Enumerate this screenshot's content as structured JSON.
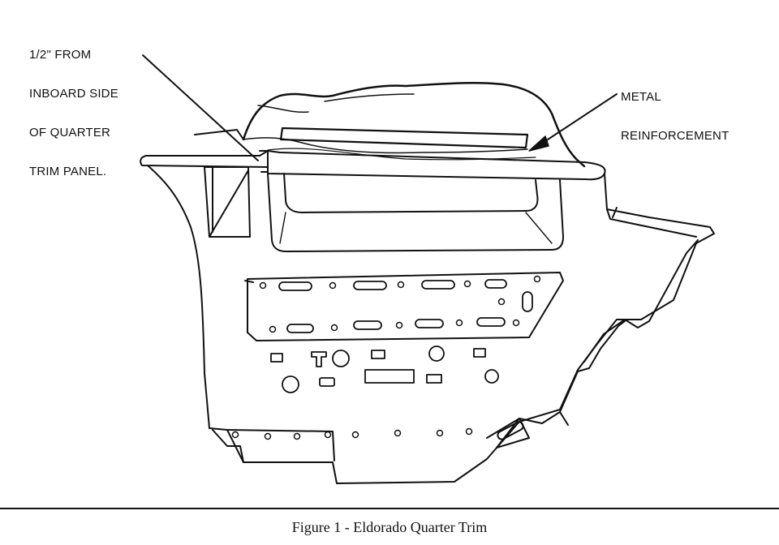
{
  "callouts": {
    "inboard": {
      "line1": "1/2\" FROM",
      "line2": "INBOARD SIDE",
      "line3": "OF QUARTER",
      "line4": "TRIM PANEL."
    },
    "reinforcement": {
      "line1": "METAL",
      "line2": "REINFORCEMENT"
    }
  },
  "caption": "Figure 1 - Eldorado Quarter Trim",
  "colors": {
    "ink": "#111111",
    "paper": "#ffffff"
  }
}
